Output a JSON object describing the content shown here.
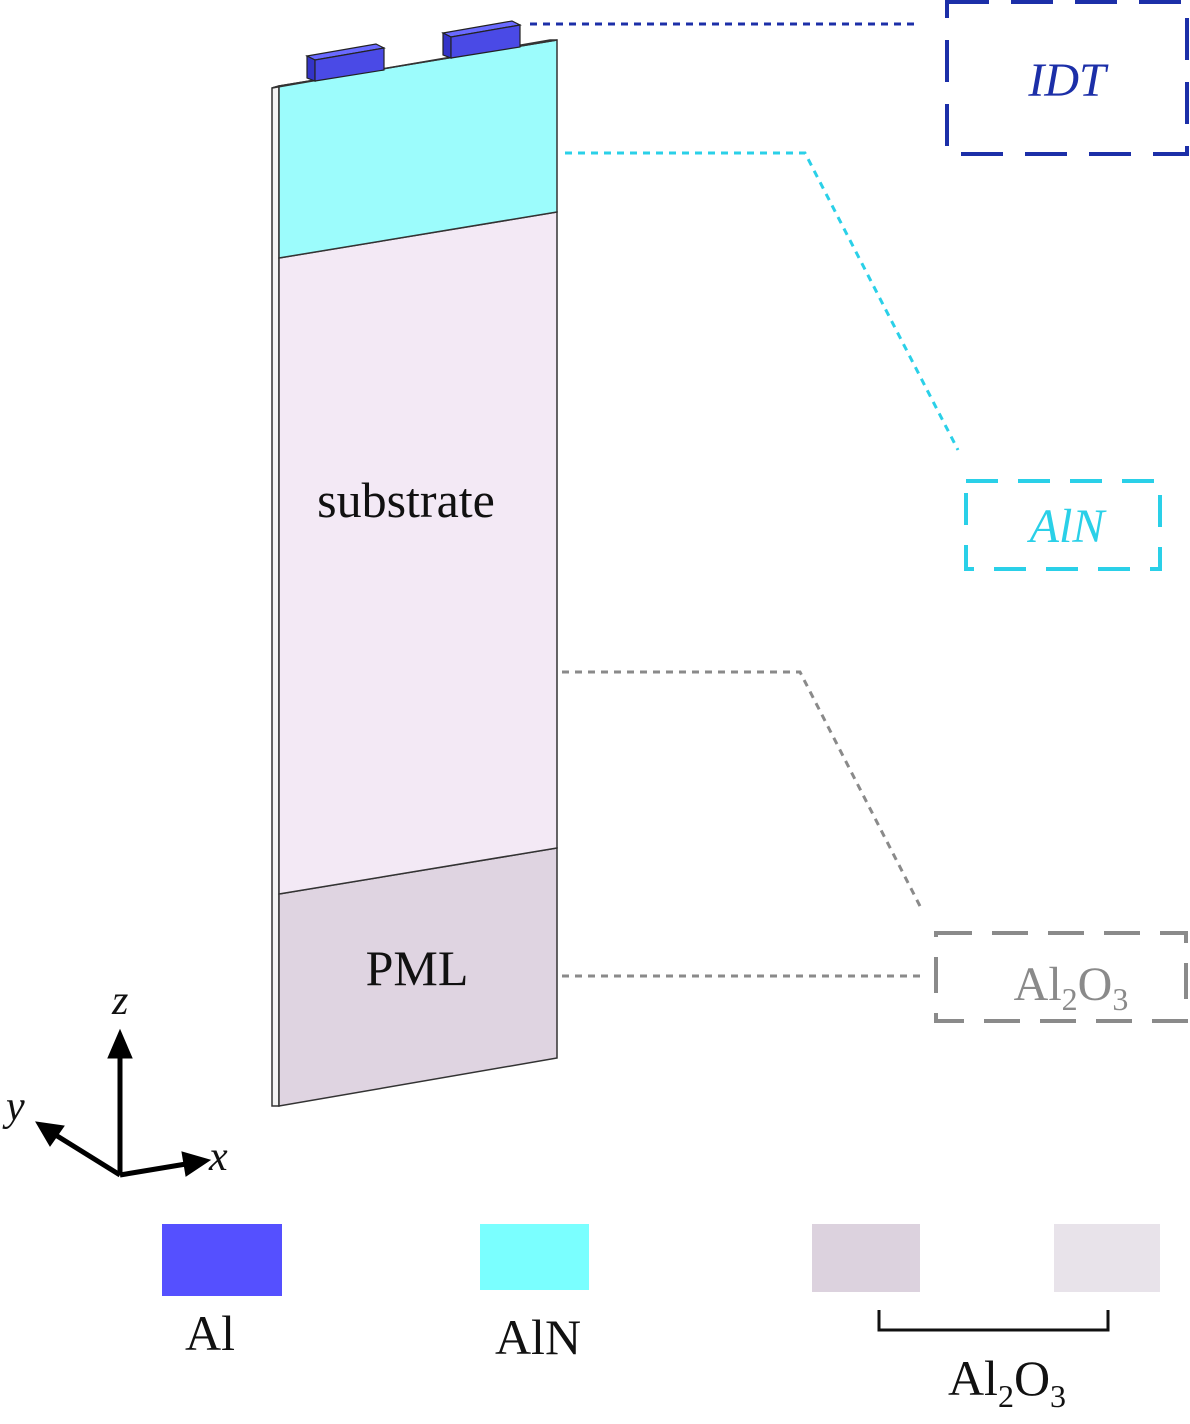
{
  "model": {
    "substrate_label": "substrate",
    "pml_label": "PML"
  },
  "callouts": {
    "idt": {
      "text": "IDT",
      "color": "#1c2fa8"
    },
    "aln": {
      "text": "AlN",
      "color": "#2ad0e8"
    },
    "al2o3": {
      "base": "Al",
      "sub1": "2",
      "mid": "O",
      "sub2": "3",
      "color": "#8a8a8a"
    }
  },
  "axes": {
    "x": "x",
    "y": "y",
    "z": "z"
  },
  "legend": {
    "al": {
      "label": "Al",
      "color": "#5550ff"
    },
    "aln": {
      "label": "AlN",
      "color": "#7affff"
    },
    "al2o3": {
      "base": "Al",
      "sub1": "2",
      "mid": "O",
      "sub2": "3",
      "color_dark": "#dcd2de",
      "color_light": "#e8e3ea"
    }
  },
  "colors": {
    "substrate": "#f3e9f5",
    "pml": "#dfd4e1",
    "aln_layer": "#9cfcfc",
    "electrode": "#4a4ae6"
  }
}
